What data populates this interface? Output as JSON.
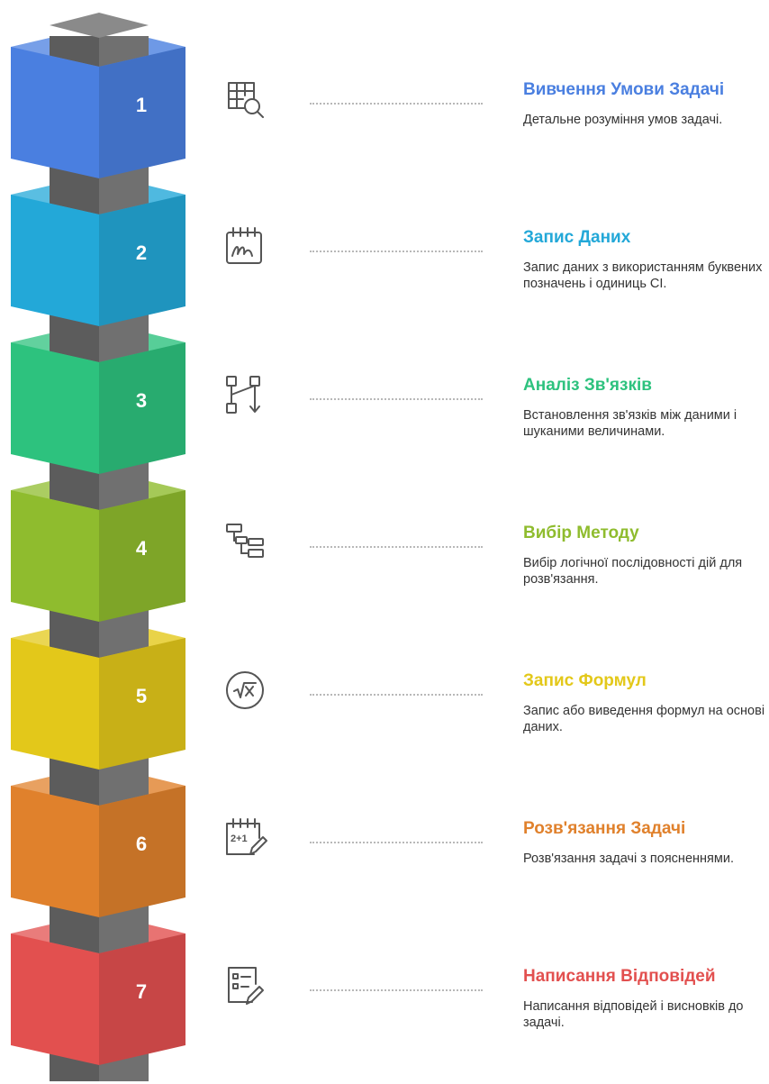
{
  "steps": [
    {
      "number": "1",
      "color": "#4A7FE0",
      "icon": "table-search-icon",
      "title": "Вивчення Умови Задачі",
      "description": "Детальне розуміння умов задачі."
    },
    {
      "number": "2",
      "color": "#23A8D8",
      "icon": "calendar-signature-icon",
      "title": "Запис Даних",
      "description": "Запис даних з використанням буквених позначень і одиниць СІ."
    },
    {
      "number": "3",
      "color": "#2DC27E",
      "icon": "flow-connection-icon",
      "title": "Аналіз Зв'язків",
      "description": "Встановлення зв'язків між даними і шуканими величинами."
    },
    {
      "number": "4",
      "color": "#8FBC2E",
      "icon": "hierarchy-tree-icon",
      "title": "Вибір Методу",
      "description": "Вибір логічної послідовності дій для розв'язання."
    },
    {
      "number": "5",
      "color": "#E3C81A",
      "icon": "square-root-icon",
      "title": "Запис Формул",
      "description": "Запис або виведення формул на основі даних."
    },
    {
      "number": "6",
      "color": "#E0812C",
      "icon": "calendar-math-pencil-icon",
      "title": "Розв'язання Задачі",
      "description": "Розв'язання задачі з поясненнями."
    },
    {
      "number": "7",
      "color": "#E2504F",
      "icon": "checklist-pencil-icon",
      "title": "Написання Відповідей",
      "description": "Написання відповідей і висновків до задачі."
    }
  ]
}
